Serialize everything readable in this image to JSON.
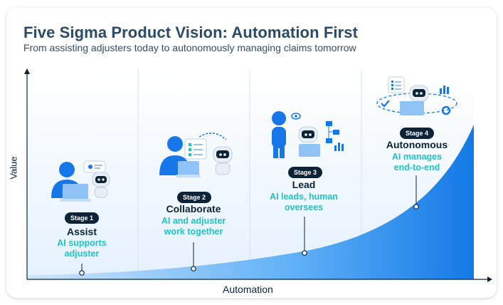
{
  "title": "Five Sigma Product Vision: Automation First",
  "subtitle": "From assisting adjusters today to autonomously managing claims tomorrow",
  "axes": {
    "x_label": "Automation",
    "y_label": "Value"
  },
  "stages": [
    {
      "badge": "Stage 1",
      "name": "Assist",
      "desc": "AI supports adjuster",
      "desc_line1": "AI supports",
      "desc_line2": "adjuster"
    },
    {
      "badge": "Stage 2",
      "name": "Collaborate",
      "desc": "AI and adjuster work together",
      "desc_line1": "AI and adjuster",
      "desc_line2": "work together"
    },
    {
      "badge": "Stage 3",
      "name": "Lead",
      "desc": "AI leads, human oversees",
      "desc_line1": "AI leads, human",
      "desc_line2": "oversees"
    },
    {
      "badge": "Stage 4",
      "name": "Autonomous",
      "desc": "AI manages end-to-end",
      "desc_line1": "AI manages",
      "desc_line2": "end-to-end"
    }
  ],
  "colors": {
    "title": "#2b4a66",
    "accent": "#22c3c7",
    "badge": "#0d2338",
    "curve": "#1e88f0"
  },
  "icons": [
    "person-with-laptop-icon",
    "robot-icon",
    "chat-bubble-icon",
    "checklist-icon",
    "workflow-icon",
    "chart-icon"
  ]
}
